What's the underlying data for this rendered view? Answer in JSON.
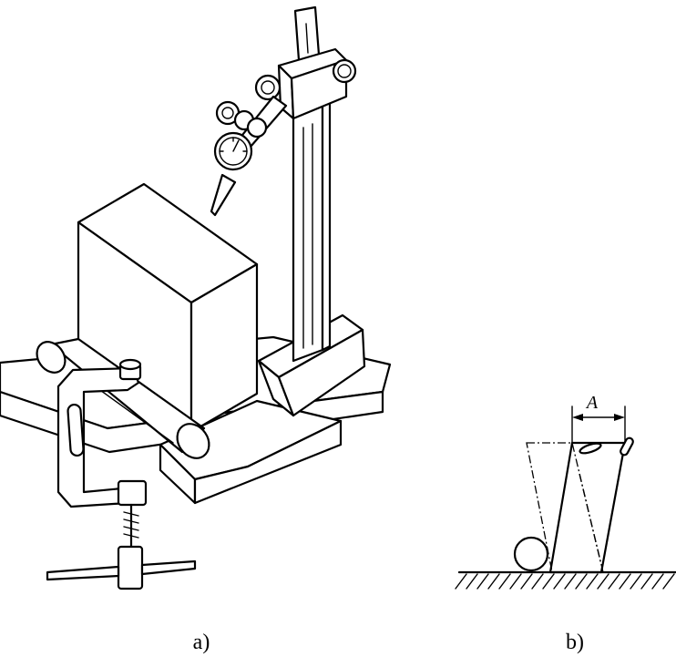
{
  "figure": {
    "panel_a_label": "a)",
    "panel_b_label": "b)",
    "dimension_label": "A"
  }
}
